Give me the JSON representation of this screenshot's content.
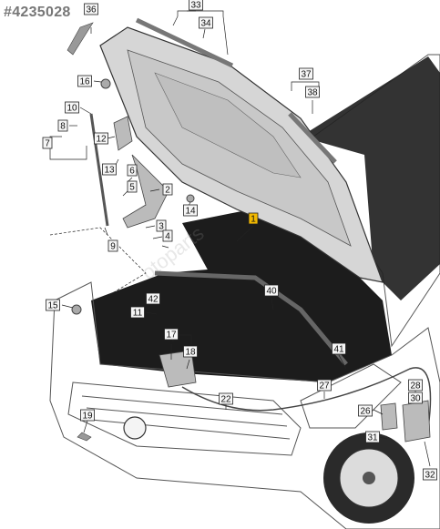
{
  "reference_number": "#4235028",
  "watermark": "otoparts",
  "callouts": [
    {
      "id": "c1",
      "label": "1",
      "highlight": true
    },
    {
      "id": "c2",
      "label": "2"
    },
    {
      "id": "c3",
      "label": "3"
    },
    {
      "id": "c4",
      "label": "4"
    },
    {
      "id": "c5",
      "label": "5"
    },
    {
      "id": "c6",
      "label": "6"
    },
    {
      "id": "c7",
      "label": "7"
    },
    {
      "id": "c8",
      "label": "8"
    },
    {
      "id": "c9",
      "label": "9"
    },
    {
      "id": "c10",
      "label": "10"
    },
    {
      "id": "c11",
      "label": "11"
    },
    {
      "id": "c12",
      "label": "12"
    },
    {
      "id": "c13",
      "label": "13"
    },
    {
      "id": "c14",
      "label": "14"
    },
    {
      "id": "c15",
      "label": "15"
    },
    {
      "id": "c16",
      "label": "16"
    },
    {
      "id": "c17",
      "label": "17"
    },
    {
      "id": "c18",
      "label": "18"
    },
    {
      "id": "c19",
      "label": "19"
    },
    {
      "id": "c22",
      "label": "22"
    },
    {
      "id": "c26",
      "label": "26"
    },
    {
      "id": "c27",
      "label": "27"
    },
    {
      "id": "c28",
      "label": "28"
    },
    {
      "id": "c30",
      "label": "30"
    },
    {
      "id": "c31",
      "label": "31"
    },
    {
      "id": "c32",
      "label": "32"
    },
    {
      "id": "c33",
      "label": "33"
    },
    {
      "id": "c34",
      "label": "34"
    },
    {
      "id": "c36",
      "label": "36"
    },
    {
      "id": "c37",
      "label": "37"
    },
    {
      "id": "c38",
      "label": "38"
    },
    {
      "id": "c40",
      "label": "40"
    },
    {
      "id": "c41",
      "label": "41"
    },
    {
      "id": "c42",
      "label": "42"
    }
  ],
  "colors": {
    "highlight": "#f2b900",
    "line": "#222222",
    "engine_bay": "#1a1a1a",
    "body_fill": "#e9e9e9"
  }
}
